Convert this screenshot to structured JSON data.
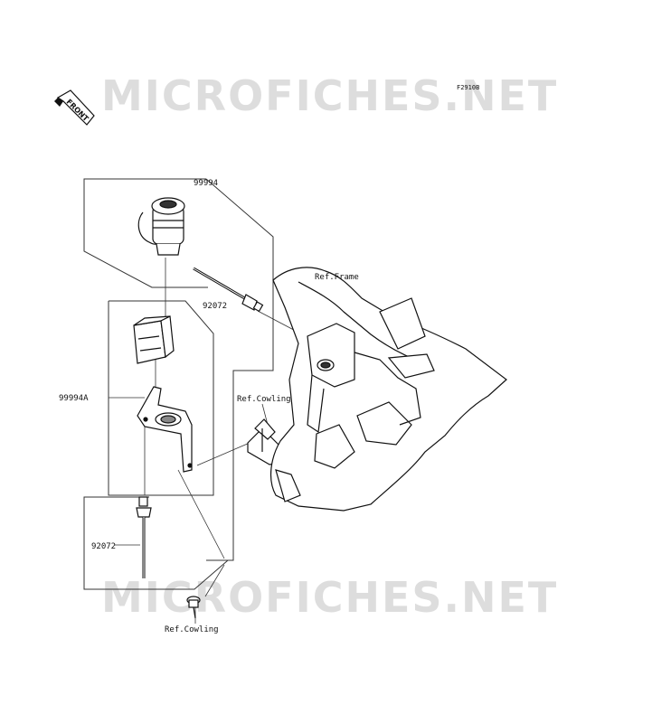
{
  "watermark": "MICROFICHES.NET",
  "figure_code": "F2910B",
  "front_label": "FRONT",
  "parts": {
    "kit_top": "99994",
    "kit_lower": "99994A",
    "bolt_upper": "92072",
    "bolt_lower": "92072"
  },
  "references": {
    "frame": "Ref.Frame",
    "cowling_mid": "Ref.Cowling",
    "cowling_bottom": "Ref.Cowling"
  }
}
